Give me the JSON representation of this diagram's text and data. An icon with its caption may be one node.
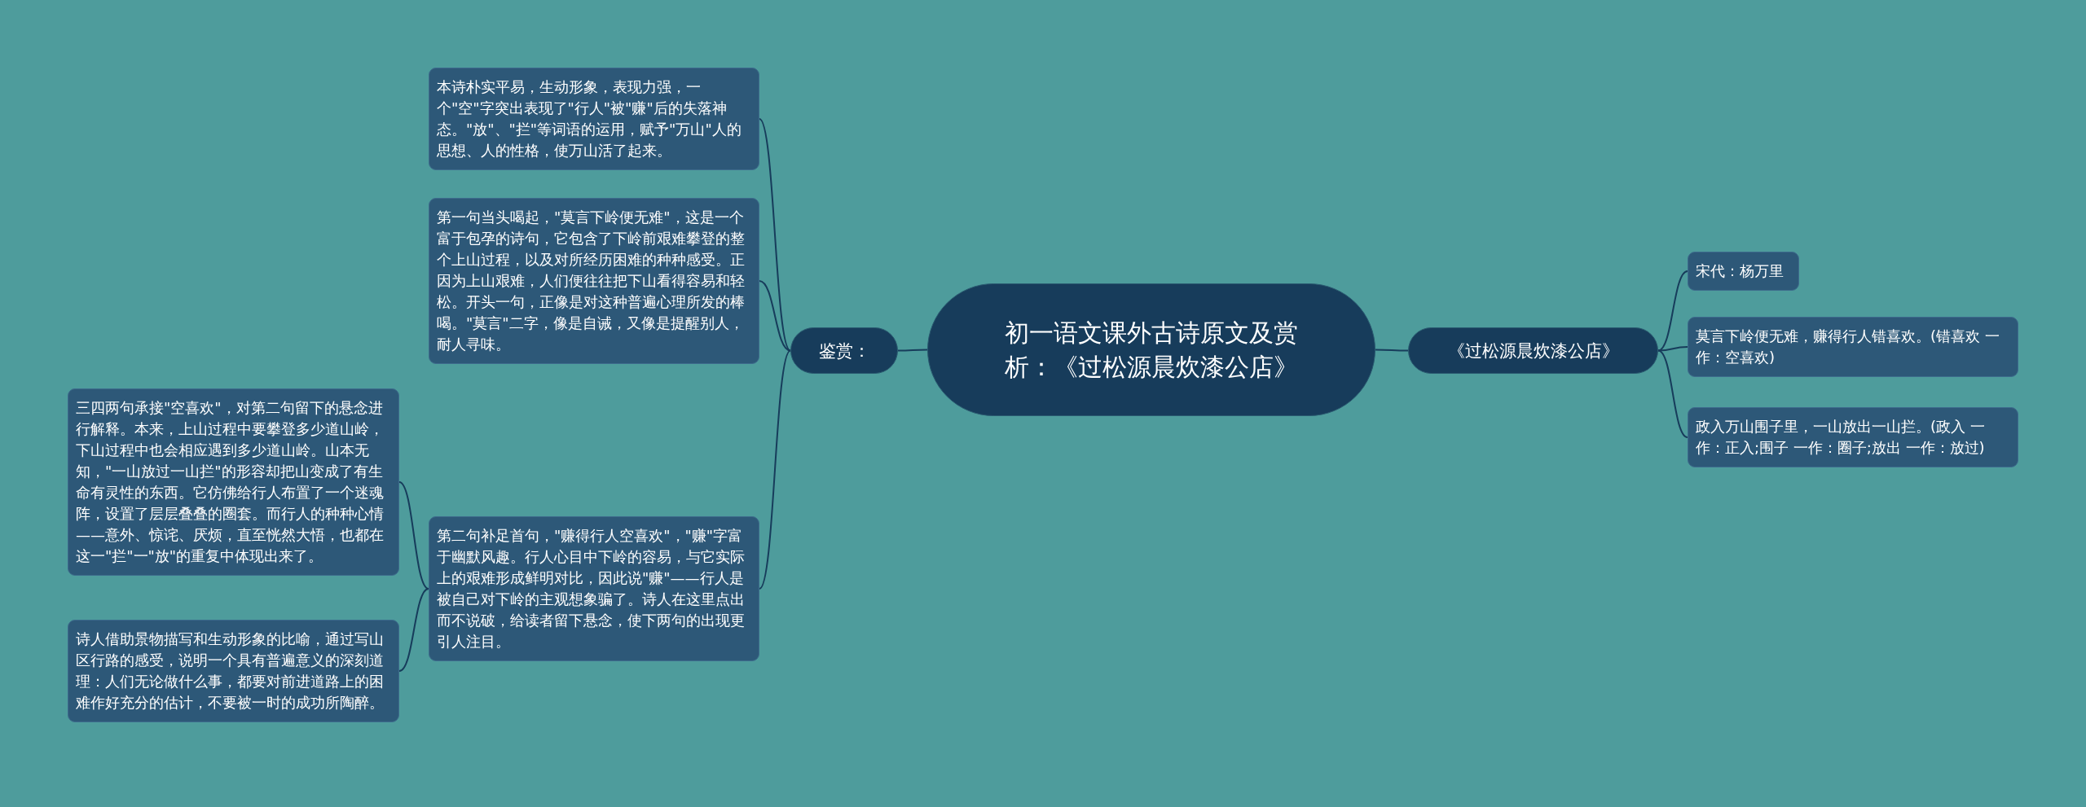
{
  "diagram": {
    "nodes": [
      {
        "text": [
          "初一语文课外古诗原文及赏析：《过松源晨炊漆公店》"
        ]
      },
      {
        "text": [
          "鉴赏："
        ]
      },
      {
        "text": [
          "本诗朴实平易，生动形象，表现力强，一个\"空\"字突出表现了\"行人\"被\"赚\"后的失落神态。\"放\"、\"拦\"等词语的运用，赋予\"万山\"人的思想、人的性格，使万山活了起来。"
        ]
      },
      {
        "text": [
          "第一句当头喝起，\"莫言下岭便无难\"，这是一个富于包孕的诗句，它包含了下岭前艰难攀登的整个上山过程，以及对所经历困难的种种感受。正因为上山艰难，人们便往往把下山看得容易和轻松。开头一句，正像是对这种普遍心理所发的棒喝。\"莫言\"二字，像是自诫，又像是提醒别人，耐人寻味。"
        ]
      },
      {
        "text": [
          "第二句补足首句，\"赚得行人空喜欢\"，\"赚\"字富于幽默风趣。行人心目中下岭的容易，与它实际上的艰难形成鲜明对比，因此说\"赚\"——行人是被自己对下岭的主观想象骗了。诗人在这里点出而不说破，给读者留下悬念，使下两句的出现更引人注目。"
        ]
      },
      {
        "text": [
          "三四两句承接\"空喜欢\"，对第二句留下的悬念进行解释。本来，上山过程中要攀登多少道山岭，下山过程中也会相应遇到多少道山岭。山本无知，\"一山放过一山拦\"的形容却把山变成了有生命有灵性的东西。它仿佛给行人布置了一个迷魂阵，设置了层层叠叠的圈套。而行人的种种心情——意外、惊诧、厌烦，直至恍然大悟，也都在这一\"拦\"一\"放\"的重复中体现出来了。"
        ]
      },
      {
        "text": [
          "诗人借助景物描写和生动形象的比喻，通过写山区行路的感受，说明一个具有普遍意义的深刻道理：人们无论做什么事，都要对前进道路上的困难作好充分的估计，不要被一时的成功所陶醉。"
        ]
      },
      {
        "text": [
          "《过松源晨炊漆公店》"
        ]
      },
      {
        "text": [
          "宋代：杨万里"
        ]
      },
      {
        "text": [
          "莫言下岭便无难，赚得行人错喜欢。(错喜欢 一作：空喜欢)"
        ]
      },
      {
        "text": [
          "政入万山围子里，一山放出一山拦。(政入 一作：正入;围子 一作：圈子;放出 一作：放过)"
        ]
      }
    ],
    "edges": [
      {
        "from": 0,
        "to": 1,
        "arrow": "none"
      },
      {
        "from": 1,
        "to": 2,
        "arrow": "none"
      },
      {
        "from": 1,
        "to": 3,
        "arrow": "none"
      },
      {
        "from": 1,
        "to": 4,
        "arrow": "none"
      },
      {
        "from": 4,
        "to": 5,
        "arrow": "none"
      },
      {
        "from": 4,
        "to": 6,
        "arrow": "none"
      },
      {
        "from": 0,
        "to": 7,
        "arrow": "none"
      },
      {
        "from": 7,
        "to": 8,
        "arrow": "none"
      },
      {
        "from": 7,
        "to": 9,
        "arrow": "none"
      },
      {
        "from": 7,
        "to": 10,
        "arrow": "none"
      }
    ]
  }
}
